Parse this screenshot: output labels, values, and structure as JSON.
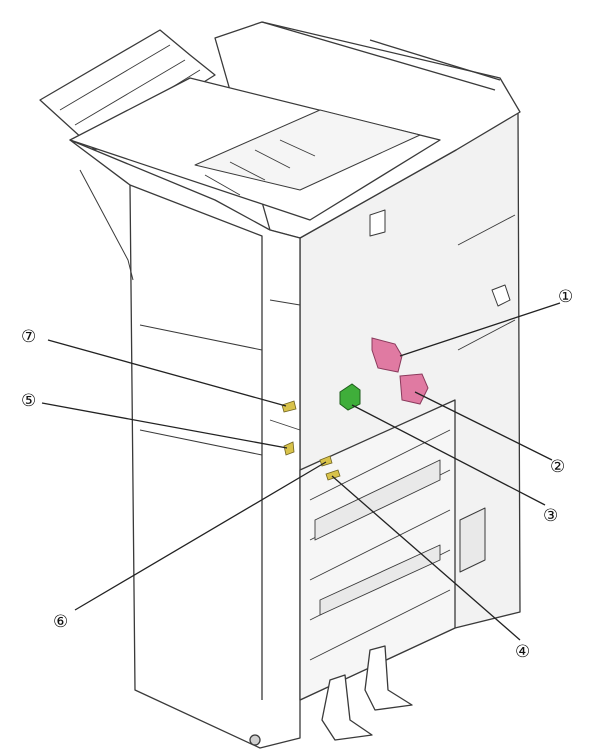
{
  "figure": {
    "callouts": [
      {
        "id": "1",
        "label": "①",
        "part_color": "#e07aa2"
      },
      {
        "id": "2",
        "label": "②",
        "part_color": "#e07aa2"
      },
      {
        "id": "3",
        "label": "③",
        "part_color": "#3fae3a"
      },
      {
        "id": "4",
        "label": "④",
        "part_color": "#d8c24a"
      },
      {
        "id": "5",
        "label": "⑤",
        "part_color": "#d8c24a"
      },
      {
        "id": "6",
        "label": "⑥",
        "part_color": "#d8c24a"
      },
      {
        "id": "7",
        "label": "⑦",
        "part_color": "#d8c24a"
      }
    ],
    "colors": {
      "outline": "#3a3a3a",
      "body_fill": "#ffffff",
      "shade": "#e9e9e9",
      "dark_shade": "#cfcfcf"
    }
  }
}
